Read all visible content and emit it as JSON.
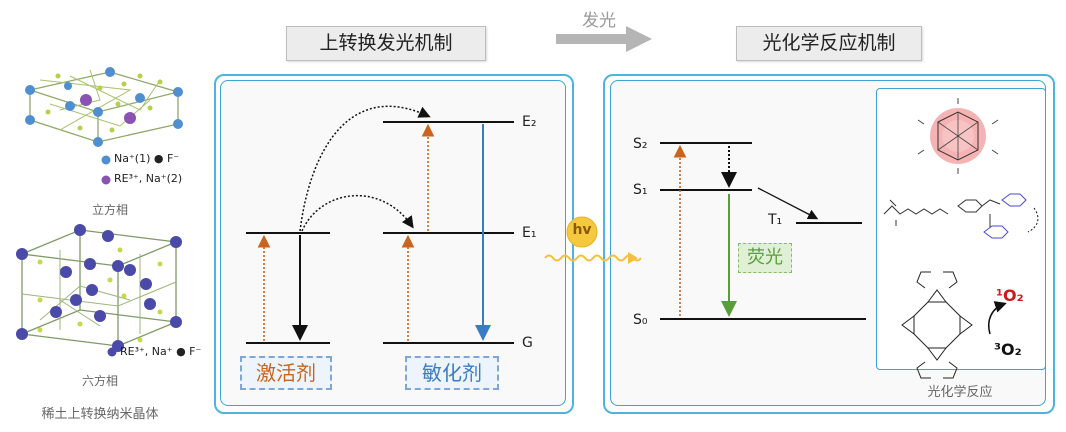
{
  "headers": {
    "upconversion": "上转换发光机制",
    "arrow_label": "发光",
    "photochem": "光化学反应机制"
  },
  "left_panel": {
    "cubic_legend_1": "Na⁺(1) ● F⁻",
    "cubic_legend_2": "RE³⁺, Na⁺(2)",
    "cubic_caption": "立方相",
    "hex_legend": "RE³⁺, Na⁺ ● F⁻",
    "hex_caption": "六方相",
    "bottom_caption": "稀土上转换纳米晶体"
  },
  "upconversion_diagram": {
    "level_E2": "E₂",
    "level_E1": "E₁",
    "level_G": "G",
    "activator_label": "激活剂",
    "sensitizer_label": "敏化剂"
  },
  "hv_label": "hv",
  "photochem_diagram": {
    "level_S2": "S₂",
    "level_S1": "S₁",
    "level_S0": "S₀",
    "level_T1": "T₁",
    "fluorescence_label": "荧光",
    "singlet_oxygen": "¹O₂",
    "triplet_oxygen": "³O₂",
    "reaction_caption": "光化学反应"
  },
  "colors": {
    "frame_blue": "#4fb3e0",
    "activator_orange": "#c8641e",
    "sensitizer_blue": "#3a7cc4",
    "fluorescence_green": "#5a9e3a",
    "oxygen_red": "#d01818",
    "hv_yellow": "#f3c23a"
  }
}
